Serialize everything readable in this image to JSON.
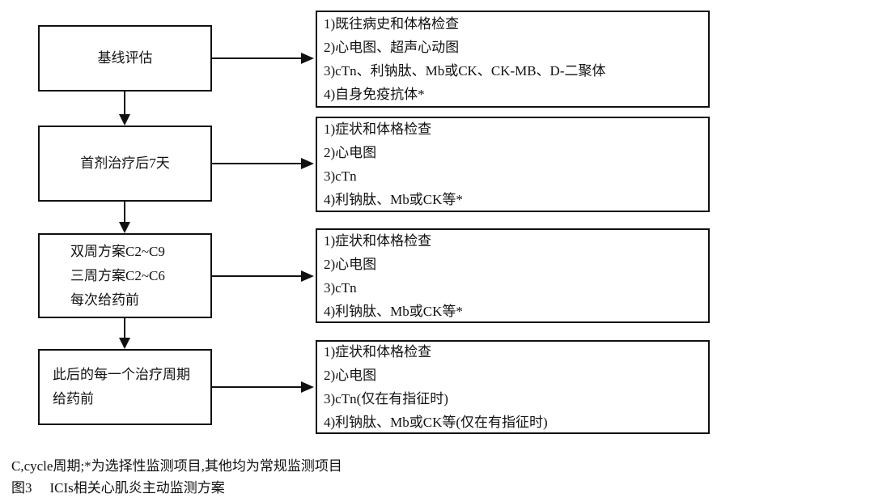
{
  "stages": [
    {
      "label_lines": [
        "基线评估"
      ],
      "items": [
        "1)既往病史和体格检查",
        "2)心电图、超声心动图",
        "3)cTn、利钠肽、Mb或CK、CK-MB、D-二聚体",
        "4)自身免疫抗体*"
      ]
    },
    {
      "label_lines": [
        "首剂治疗后7天"
      ],
      "items": [
        "1)症状和体格检查",
        "2)心电图",
        "3)cTn",
        "4)利钠肽、Mb或CK等*"
      ]
    },
    {
      "label_lines": [
        "双周方案C2~C9",
        "三周方案C2~C6",
        "每次给药前"
      ],
      "items": [
        "1)症状和体格检查",
        "2)心电图",
        "3)cTn",
        "4)利钠肽、Mb或CK等*"
      ]
    },
    {
      "label_lines": [
        "此后的每一个治疗周期",
        "给药前"
      ],
      "items": [
        "1)症状和体格检查",
        "2)心电图",
        "3)cTn(仅在有指征时)",
        "4)利钠肽、Mb或CK等(仅在有指征时)"
      ]
    }
  ],
  "figure": {
    "footnote": "C,cycle周期;*为选择性监测项目,其他均为常规监测项目",
    "caption_label": "图3",
    "caption_title": "ICIs相关心肌炎主动监测方案"
  },
  "colors": {
    "line": "#111111",
    "background": "#ffffff"
  }
}
